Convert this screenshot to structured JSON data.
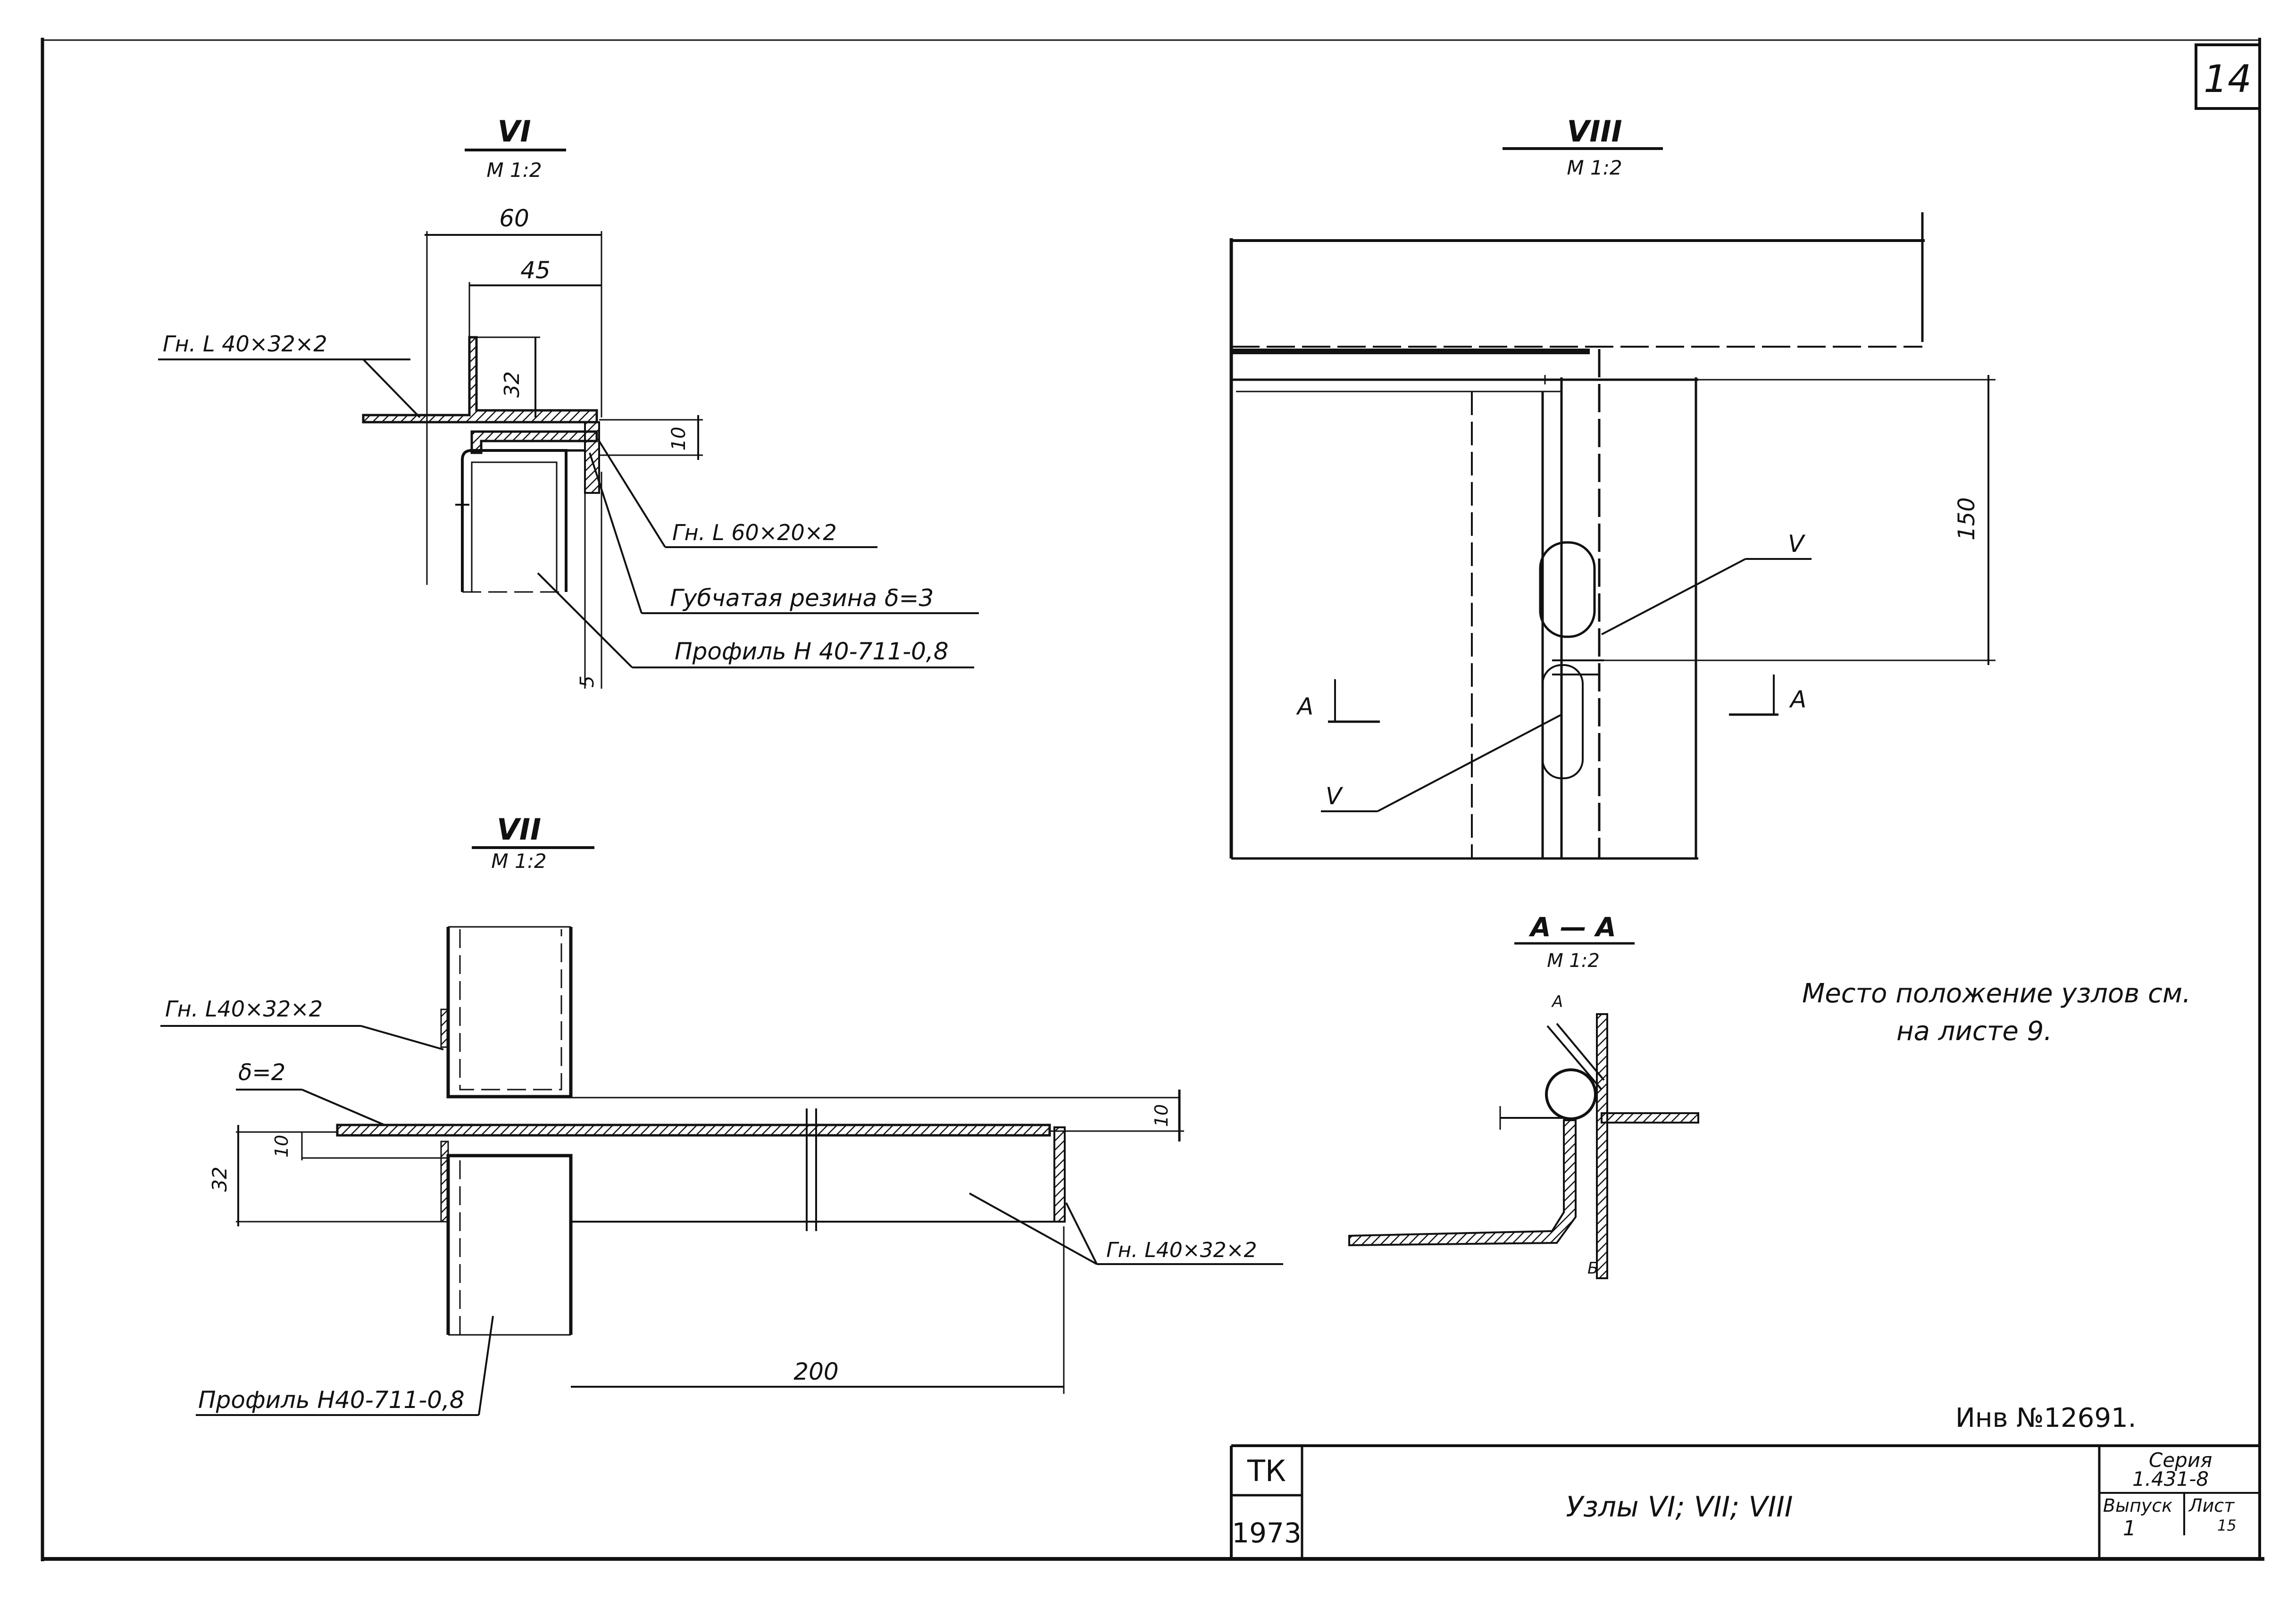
{
  "sheet": {
    "number": "14",
    "inventory": "Инв №12691.",
    "note_line1": "Место положение узлов см.",
    "note_line2": "на листе 9."
  },
  "node6": {
    "title": "VI",
    "scale": "М 1:2",
    "dim_60": "60",
    "dim_45": "45",
    "dim_32": "32",
    "dim_10": "10",
    "dim_5": "5",
    "label_angle1": "Гн. L 40×32×2",
    "label_angle2": "Гн. L 60×20×2",
    "label_rubber": "Губчатая резина δ=3",
    "label_profile": "Профиль Н 40-711-0,8"
  },
  "node7": {
    "title": "VII",
    "scale": "М 1:2",
    "label_angle_top": "Гн. L40×32×2",
    "label_delta": "δ=2",
    "dim_10a": "10",
    "dim_32": "32",
    "dim_10b": "10",
    "label_angle_right": "Гн. L40×32×2",
    "dim_200": "200",
    "label_profile": "Профиль Н40-711-0,8"
  },
  "node8": {
    "title": "VIII",
    "scale": "М 1:2",
    "dim_150": "150",
    "label_v1": "V",
    "label_v2": "V",
    "cut_left": "А",
    "cut_right": "А"
  },
  "section_aa": {
    "title": "А — А",
    "scale": "М 1:2",
    "mark_top": "А",
    "mark_bottom": "Б"
  },
  "stamp": {
    "org": "ТК",
    "year": "1973",
    "title": "Узлы VI; VII; VIII",
    "series_label": "Серия",
    "series_value": "1.431-8",
    "issue_label": "Выпуск",
    "issue_value": "1",
    "sheet_label": "Лист",
    "sheet_value": "15"
  },
  "colors": {
    "ink": "#111111",
    "paper": "#ffffff"
  }
}
